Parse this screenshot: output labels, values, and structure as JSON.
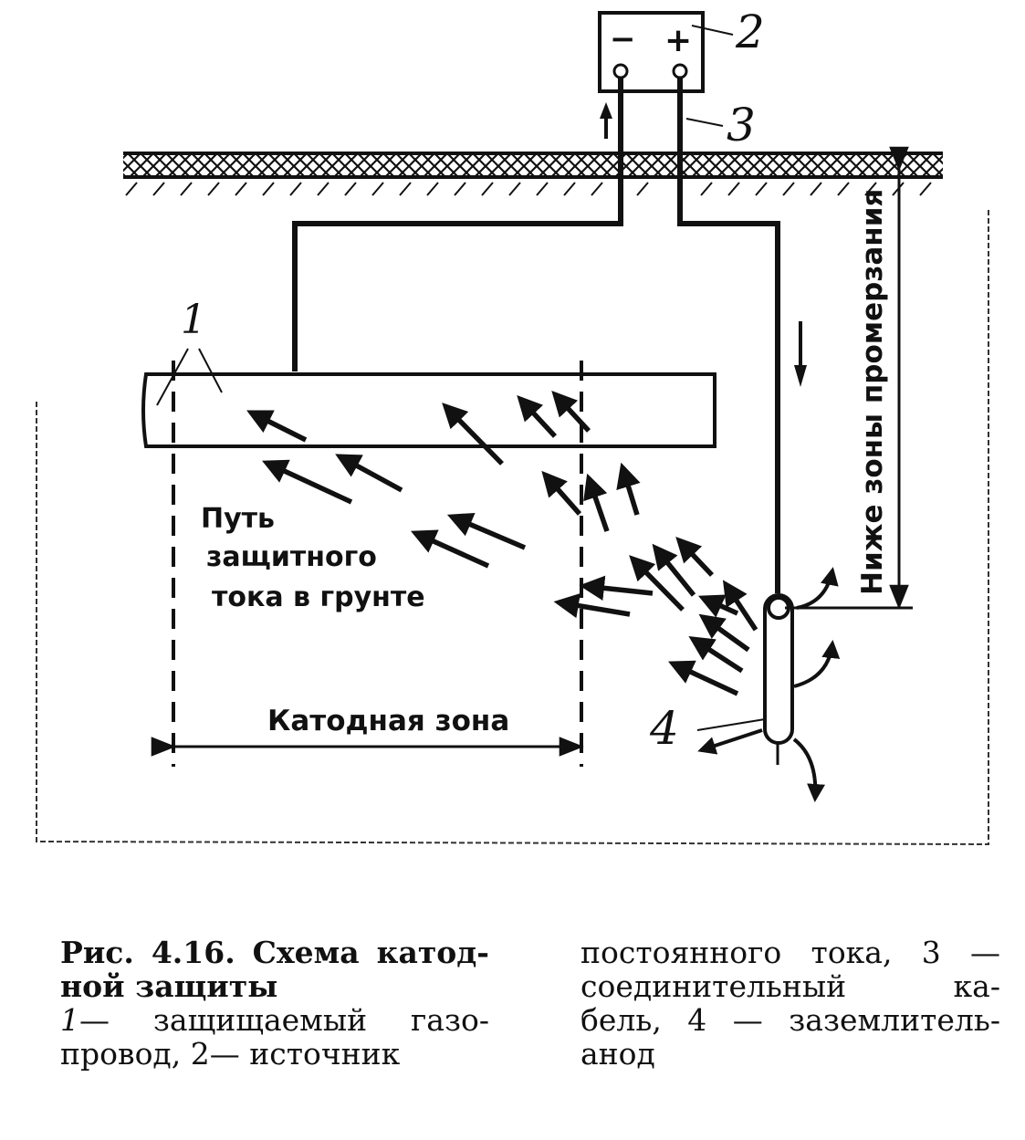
{
  "diagram": {
    "power_source": {
      "minus": "−",
      "plus": "+"
    },
    "labels": {
      "n1": "1",
      "n2": "2",
      "n3": "3",
      "n4": "4",
      "current_path": [
        "Путь",
        "защитного",
        "тока в грунте"
      ],
      "cathode_zone": "Катодная зона",
      "below_frost": "Ниже зоны промерзания"
    }
  },
  "caption": {
    "title_lines": [
      "Рис. 4.16. Схема катод-",
      "ной защиты"
    ],
    "left_lines": [
      {
        "num": "1",
        "text": "— защищаемый газо-"
      },
      {
        "num": "",
        "text": "провод,      2— источник"
      }
    ],
    "right_lines": [
      "постоянного тока, 3 —",
      "соединительный ка-",
      "бель, 4 — заземлитель-",
      "анод"
    ]
  }
}
